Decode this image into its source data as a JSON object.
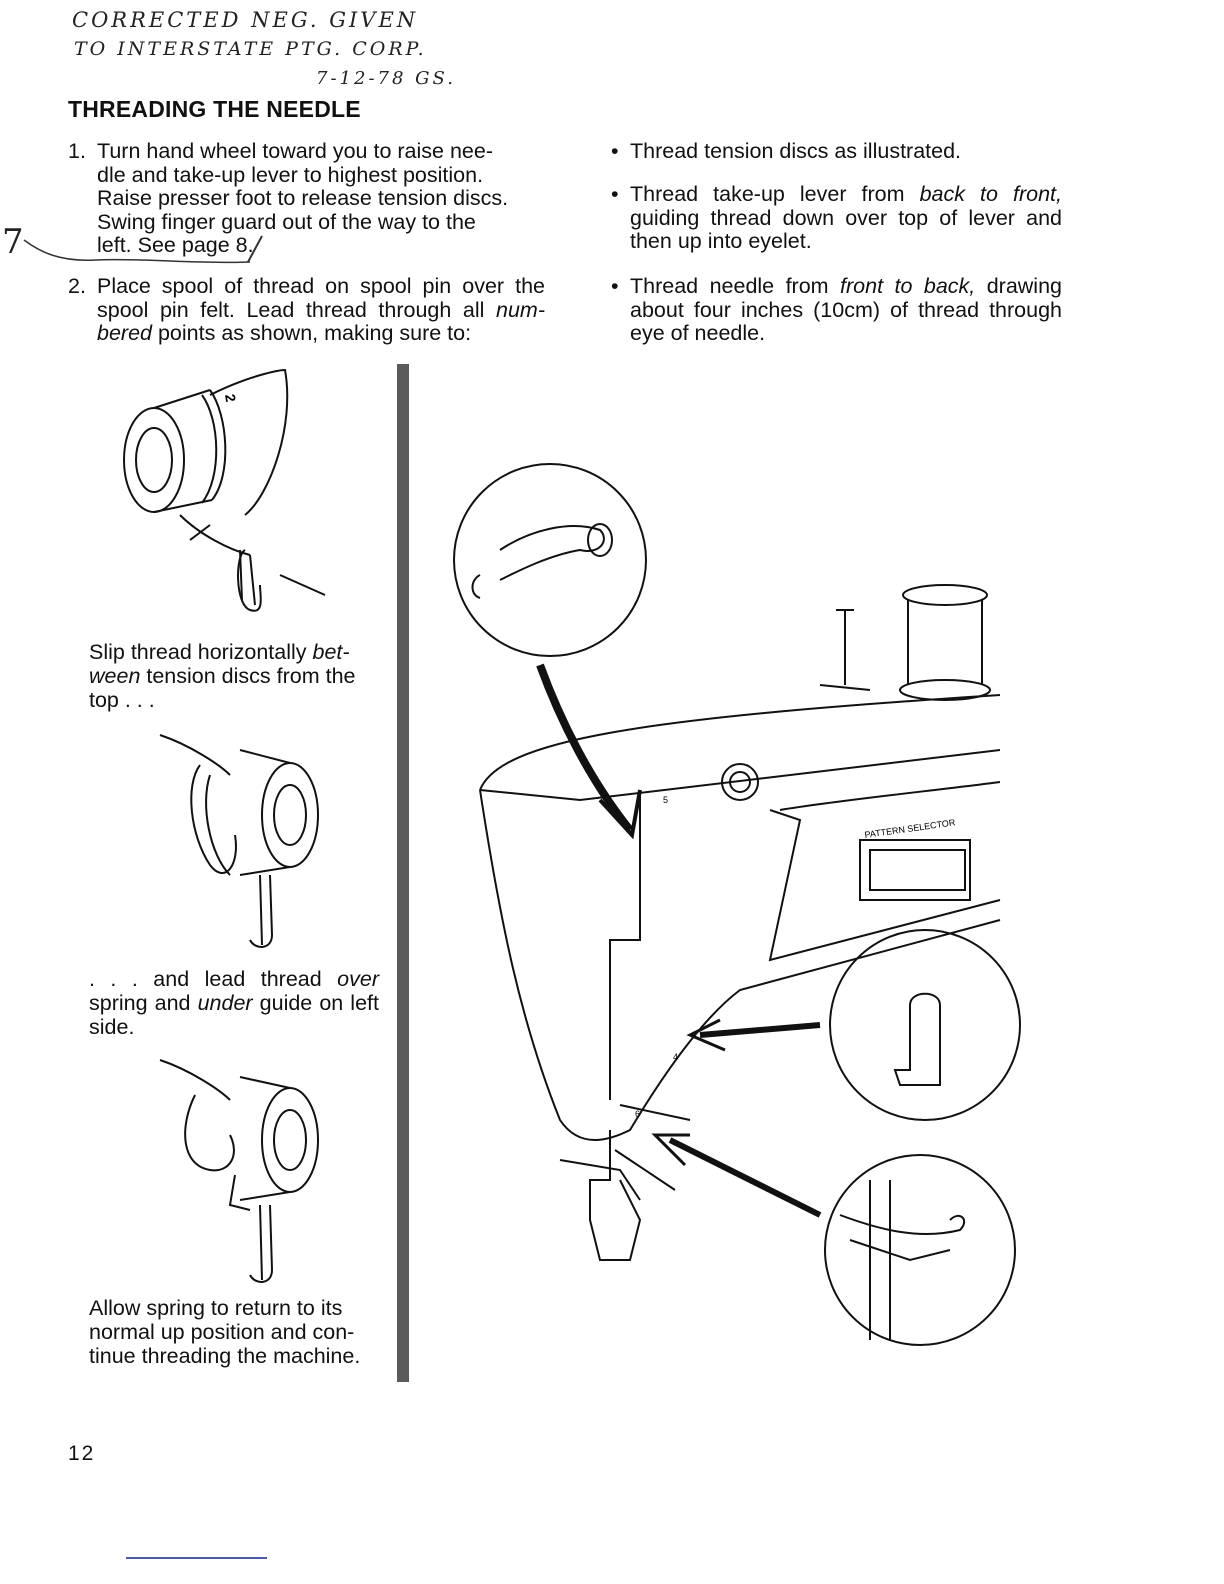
{
  "handwritten_note": {
    "line1": "CORRECTED NEG. GIVEN",
    "line2": "TO INTERSTATE PTG. CORP.",
    "line3": "7-12-78 GS."
  },
  "margin_note": {
    "page_correction": "7"
  },
  "title": "THREADING THE NEEDLE",
  "steps": [
    {
      "number": "1.",
      "lines": [
        "Turn hand wheel toward you to raise nee-",
        "dle and take-up lever to highest position.",
        "Raise presser foot to release tension discs.",
        "Swing finger guard out of the way to the",
        "left. See page 8."
      ]
    },
    {
      "number": "2.",
      "text_a": "Place spool of thread on spool pin over the spool pin felt. Lead thread through all ",
      "text_em": "num-bered",
      "text_b": " points as shown, making sure to:"
    }
  ],
  "bullets": [
    {
      "text": "Thread tension discs as illustrated."
    },
    {
      "pre": "Thread take-up lever from ",
      "em": "back to front,",
      "post": " guiding thread down over top of lever and then up into eyelet."
    },
    {
      "pre": "Thread needle from ",
      "em": "front to back,",
      "post": " drawing about four inches (10cm) of thread through eye of needle."
    }
  ],
  "captions": {
    "cap1_pre": "Slip thread horizontally ",
    "cap1_em": "bet-ween",
    "cap1_post": " tension discs from the top . . .",
    "cap2_pre": ". . . and lead thread ",
    "cap2_em1": "over",
    "cap2_mid": " spring and ",
    "cap2_em2": "under",
    "cap2_post": " guide on left side.",
    "cap3": "Allow spring to return to its normal up position and con-tinue threading the machine."
  },
  "illustration_labels": {
    "disc_number": "2",
    "pattern_selector": "PATTERN SELECTOR",
    "point_5": "5",
    "point_4": "4",
    "point_6": "6"
  },
  "page_number": "12"
}
